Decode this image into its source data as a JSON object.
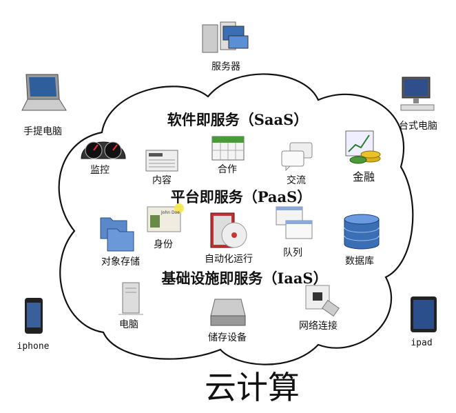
{
  "title": "云计算",
  "devices": {
    "server": "服务器",
    "laptop": "手提电脑",
    "desktop": "台式电脑",
    "iphone": "iphone",
    "ipad": "ipad"
  },
  "saas": {
    "heading": "软件即服务（SaaS）",
    "items": [
      "监控",
      "内容",
      "合作",
      "交流",
      "金融"
    ]
  },
  "paas": {
    "heading": "平台即服务（PaaS）",
    "items": [
      "对象存储",
      "身份",
      "自动化运行",
      "队列",
      "数据库"
    ],
    "id_card_text": "John Doe"
  },
  "iaas": {
    "heading": "基础设施即服务（IaaS）",
    "items": [
      "电脑",
      "储存设备",
      "网络连接"
    ]
  }
}
